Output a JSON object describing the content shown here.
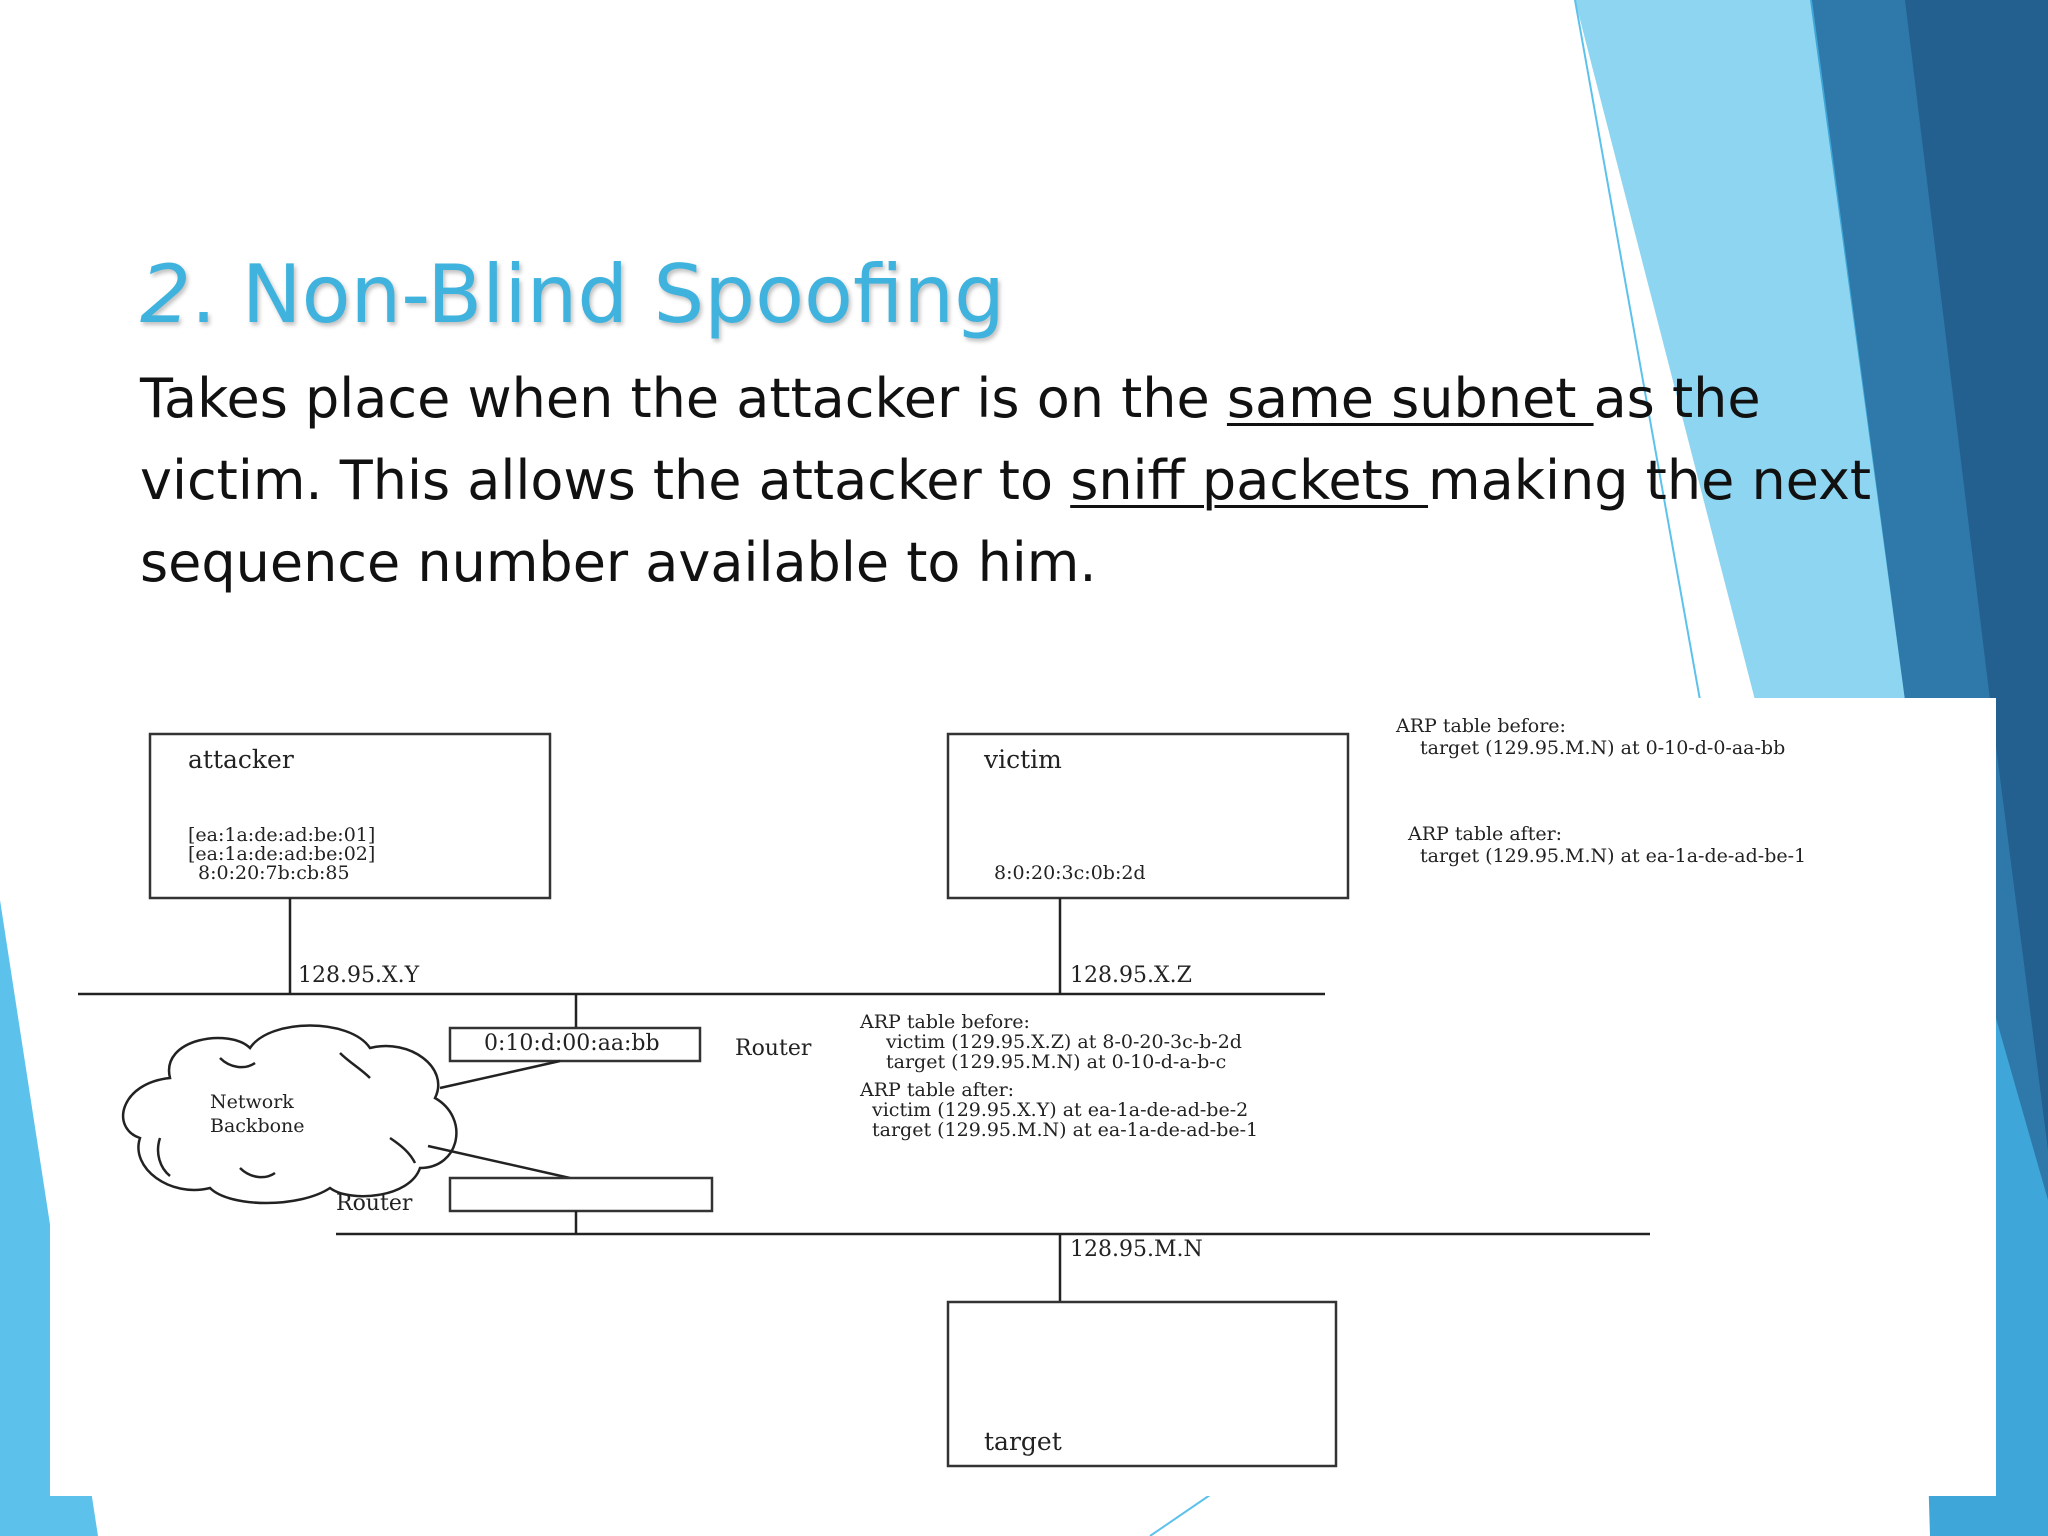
{
  "slide": {
    "title_num": "2",
    "title_text": ". Non-Blind Spoofing",
    "body": {
      "t1": "Takes place when the attacker is on the ",
      "u1": "same subnet ",
      "t2": "as the victim. This allows the  attacker to ",
      "u2": "sniff packets ",
      "t3": "making the next sequence number available to him."
    }
  },
  "diagram": {
    "attacker": {
      "label": "attacker",
      "mac1": "[ea:1a:de:ad:be:01]",
      "mac2": "[ea:1a:de:ad:be:02]",
      "mac3": "8:0:20:7b:cb:85",
      "ip": "128.95.X.Y"
    },
    "victim": {
      "label": "victim",
      "mac": "8:0:20:3c:0b:2d",
      "ip": "128.95.X.Z"
    },
    "target": {
      "label": "target",
      "ip": "128.95.M.N"
    },
    "router_top": {
      "mac": "0:10:d:00:aa:bb",
      "label": "Router"
    },
    "router_bottom": {
      "label": "Router"
    },
    "backbone": {
      "line1": "Network",
      "line2": "Backbone"
    },
    "target_arp": {
      "before_title": "ARP table before:",
      "before_1": "target (129.95.M.N)  at 0-10-d-0-aa-bb",
      "after_title": "ARP table after:",
      "after_1": "target (129.95.M.N)  at ea-1a-de-ad-be-1"
    },
    "router_arp": {
      "before_title": "ARP table before:",
      "before_1": "victim (129.95.X.Z)  at 8-0-20-3c-b-2d",
      "before_2": "target (129.95.M.N)  at 0-10-d-a-b-c",
      "after_title": "ARP table after:",
      "after_1": "victim (129.95.X.Y)  at ea-1a-de-ad-be-2",
      "after_2": "target (129.95.M.N)  at ea-1a-de-ad-be-1"
    }
  },
  "colors": {
    "title": "#3fb3dd",
    "light_blue": "#8dd5f0",
    "mid_blue": "#3ea6d8",
    "dark_blue": "#2a6a99"
  }
}
